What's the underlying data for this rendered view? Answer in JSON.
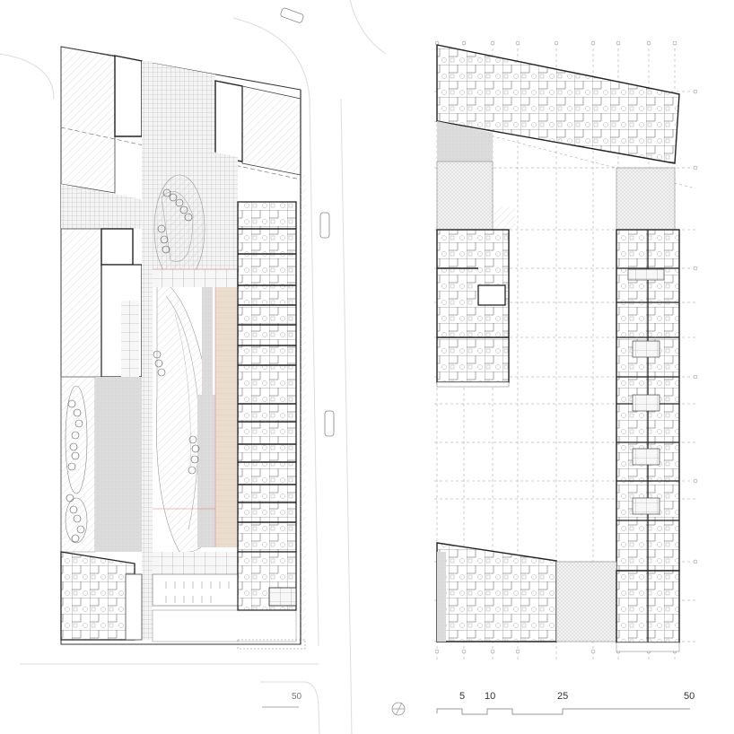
{
  "drawing": {
    "type": "architectural-floor-plans",
    "left_plan": {
      "name": "ground-floor-site-plan",
      "scale_bar": {
        "label": "50"
      }
    },
    "right_plan": {
      "name": "upper-floor-plan",
      "scale_bar": {
        "labels": [
          "5",
          "10",
          "25",
          "50"
        ]
      }
    },
    "north_arrow": {
      "icon": "north-arrow-icon"
    },
    "colors": {
      "line": "#222222",
      "hatch": "#bbbbbb",
      "paving": "#d8d8d8",
      "terrace": "#e8d8c8",
      "grid": "#999999",
      "road": "#dddddd",
      "red_line": "#d08080"
    }
  }
}
